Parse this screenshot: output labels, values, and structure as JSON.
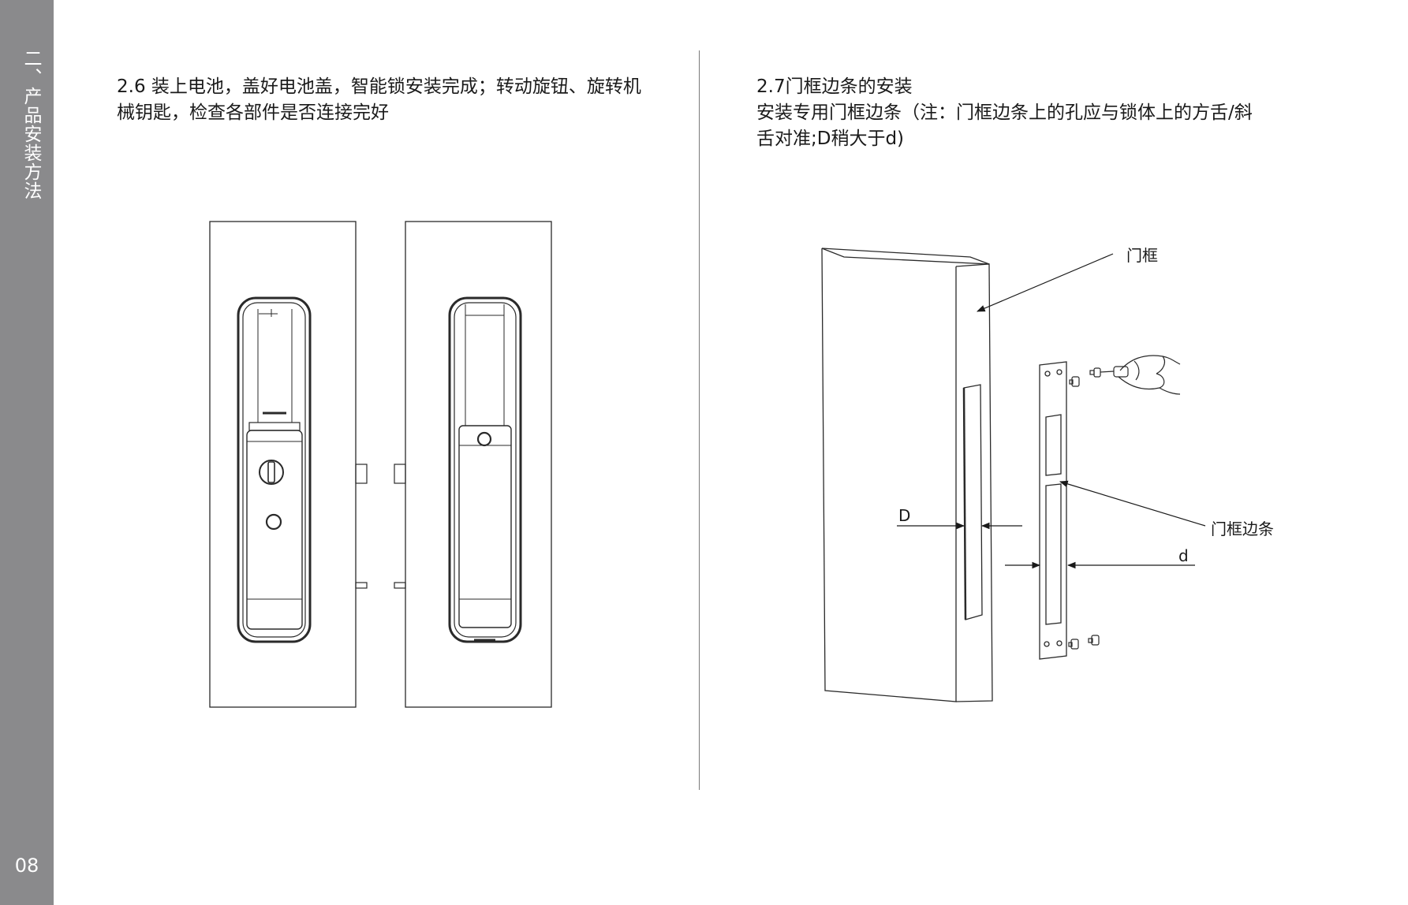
{
  "sidebar": {
    "section_title": "二、产品安装方法",
    "page_number": "08"
  },
  "left": {
    "step_line1": "2.6 装上电池，盖好电池盖，智能锁安装完成；转动旋钮、旋转机",
    "step_line2": "械钥匙，检查各部件是否连接完好"
  },
  "right": {
    "step_title": "2.7门框边条的安装",
    "step_line1": "安装专用门框边条（注：门框边条上的孔应与锁体上的方舌/斜",
    "step_line2": "舌对准;D稍大于d)",
    "labels": {
      "door_frame": "门框",
      "frame_strip": "门框边条",
      "D": "D",
      "d": "d"
    }
  }
}
